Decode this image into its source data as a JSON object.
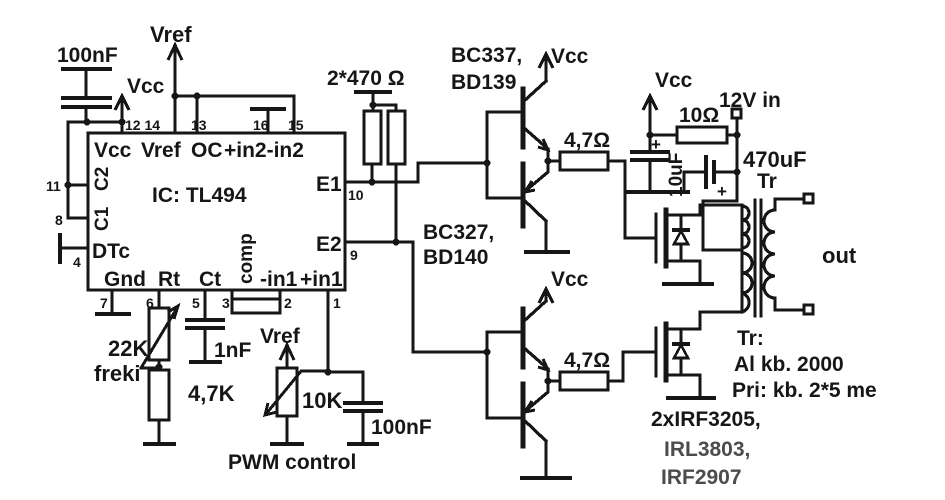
{
  "ic": {
    "name": "IC: TL494",
    "top": {
      "pin_nums_12_14": "12 14",
      "pin13": "13",
      "pin16": "16",
      "pin15": "15",
      "vcc": "Vcc",
      "vref": "Vref",
      "oc": "OC",
      "in2": "+in2-in2"
    },
    "left": {
      "pin11": "11",
      "pin8": "8",
      "c2": "C2",
      "c1": "C1",
      "dtc": "DTc",
      "pin4": "4"
    },
    "right": {
      "e1": "E1",
      "pin10": "10",
      "e2": "E2",
      "pin9": "9"
    },
    "bottom": {
      "gnd": "Gnd",
      "rt": "Rt",
      "ct": "Ct",
      "comp": "comp",
      "in1_neg": "-in1",
      "in1_pos": "+in1",
      "pin7": "7",
      "pin6": "6",
      "pin5": "5",
      "pin3": "3",
      "pin2": "2",
      "pin1": "1"
    }
  },
  "power": {
    "vcc_top_left": "Vcc",
    "vref_top": "Vref",
    "vref_bottom": "Vref",
    "vcc_driver1": "Vcc",
    "vcc_driver2": "Vcc",
    "vcc_right": "Vcc",
    "v12_in": "12V in"
  },
  "components": {
    "c_decoupling": "100nF",
    "r_pullup": "2*470 Ω",
    "r_freq": "22K",
    "r_freq_note": "freki",
    "r_series": "4,7K",
    "c_timing": "1nF",
    "pot_pwm": "10K",
    "pwm_note": "PWM control",
    "c_pwm": "100nF",
    "q_npn_a": "BC337,",
    "q_npn_b": "BD139",
    "q_pnp_a": "BC327,",
    "q_pnp_b": "BD140",
    "r_gate1": "4,7Ω",
    "r_gate2": "4,7Ω",
    "r_filter": "10Ω",
    "c_filter_small": "10uF",
    "c_filter_big": "470uF",
    "plus_small": "+",
    "plus_big": "+"
  },
  "transformer": {
    "ref": "Tr",
    "out": "out",
    "note_title": "Tr:",
    "note1": "Al kb. 2000",
    "note2": "Pri: kb. 2*5 me"
  },
  "mosfets": {
    "line1": "2xIRF3205,",
    "line2": "IRL3803,",
    "line3": "IRF2907"
  }
}
